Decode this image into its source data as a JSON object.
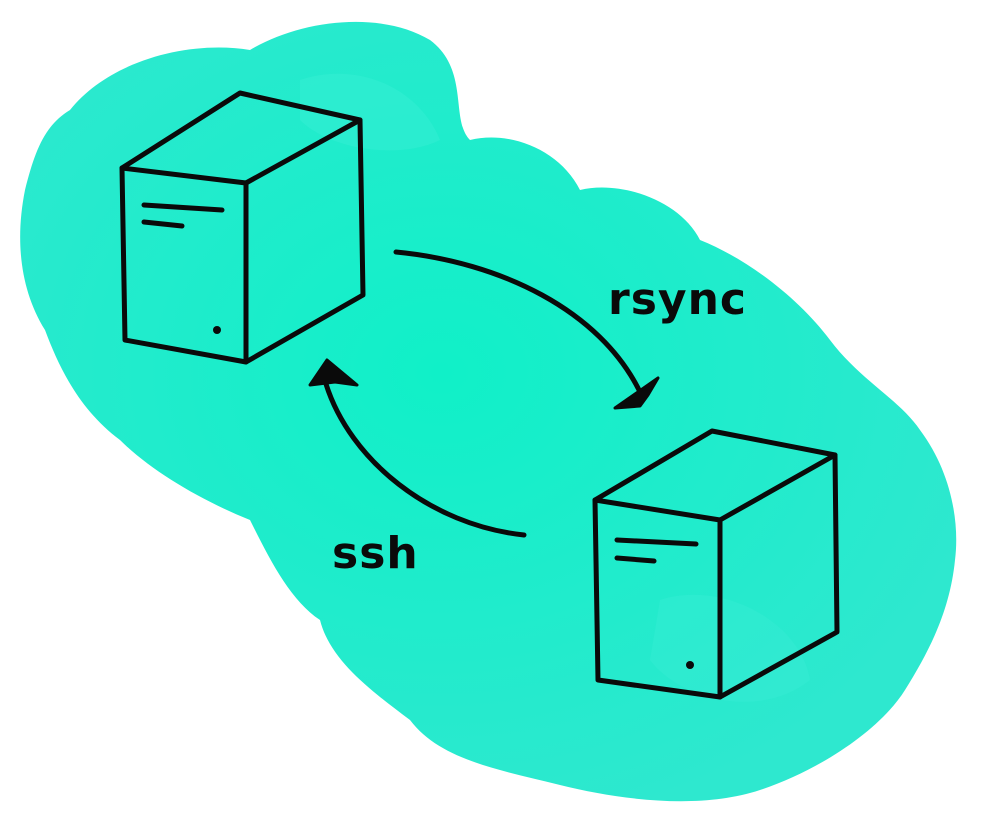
{
  "colors": {
    "blob": "#2ee8cf",
    "blob_highlight": "#10f0c8",
    "ink": "#0a0a0a",
    "background": "#ffffff"
  },
  "nodes": [
    {
      "id": "server-left",
      "icon": "server-tower-icon"
    },
    {
      "id": "server-right",
      "icon": "server-tower-icon"
    }
  ],
  "edges": [
    {
      "label": "rsync",
      "from": "server-left",
      "to": "server-right"
    },
    {
      "label": "ssh",
      "from": "server-right",
      "to": "server-left"
    }
  ]
}
